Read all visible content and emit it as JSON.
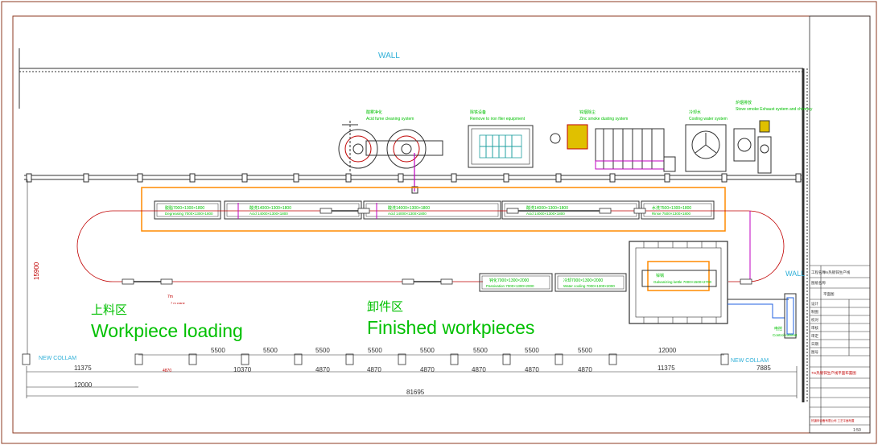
{
  "labels": {
    "wall_top": "WALL",
    "wall_right": "WALL",
    "loading_cn": "上料区",
    "loading_en": "Workpiece loading",
    "finished_cn": "卸件区",
    "finished_en": "Finished workpieces",
    "new_collam_left": "NEW COLLAM",
    "new_collam_right": "NEW COLLAM",
    "vertical_dim": "15900",
    "total_dim": "81695"
  },
  "equipment": {
    "acid_fume": {
      "cn": "酸雾净化",
      "en": "Acid fume cleaning system"
    },
    "remove_iron": {
      "cn": "除铁设备",
      "en": "Remove to iron filer equipment"
    },
    "zinc_smoke": {
      "cn": "锌烟除尘",
      "en": "Zinc smoke dusting system"
    },
    "cooling_water": {
      "cn": "冷却水",
      "en": "Cooling water system"
    },
    "stove": {
      "cn": "炉烟排放",
      "en": "Stove smoke Exhaust system and chimney"
    },
    "control": {
      "cn": "电控",
      "en": "Control cabinet"
    }
  },
  "tanks": [
    {
      "cn": "脱脂7000×1300×1800",
      "en": "Degreasing 7000×1300×1800"
    },
    {
      "cn": "酸洗14000×1300×1800",
      "en": "Acid 14000×1300×1800"
    },
    {
      "cn": "酸洗14000×1300×1800",
      "en": "Acid 14000×1300×1800"
    },
    {
      "cn": "酸洗14000×1300×1800",
      "en": "Acid 14000×1300×1800"
    },
    {
      "cn": "水洗7500×1300×1800",
      "en": "Rinse 7500×1300×1800"
    }
  ],
  "bottom_tanks": [
    {
      "cn": "钝化7000×1300×2000",
      "en": "Passivation 7000×1300×2000"
    },
    {
      "cn": "冷却7000×1300×2000",
      "en": "Water cooling 7000×1300×2000"
    }
  ],
  "furnace": {
    "cn": "锌锅",
    "en": "Galvanizing kettle 7000×1500×2700"
  },
  "pointer": {
    "cn": "7m",
    "en": "7 m crane"
  },
  "dims_top": [
    "5500",
    "5500",
    "5500",
    "5500",
    "5500",
    "5500",
    "5500",
    "5500",
    "12000"
  ],
  "dims_mid": [
    "11375",
    "4870",
    "10370",
    "4870",
    "4870",
    "4870",
    "4870",
    "4870",
    "4870",
    "11375",
    "7885"
  ],
  "dim_12000": "12000",
  "title_block": {
    "rows": [
      "工程名称",
      "7m热镀锌生产线",
      "图纸名称",
      "平面图",
      "设计",
      "制图",
      "校对",
      "审核",
      "审定",
      "日期",
      "图号"
    ],
    "drawing_title": "7m热镀锌生产线平面布置图",
    "footer": "热镀锌设备有限公司 工艺平面布置",
    "scale": "1:50"
  },
  "colors": {
    "line": "#303030",
    "green": "#00c000",
    "wall": "#30b0d8",
    "red": "#c00000",
    "orange": "#ff8a00",
    "magenta": "#c000c0",
    "frame": "#8c3a20"
  }
}
